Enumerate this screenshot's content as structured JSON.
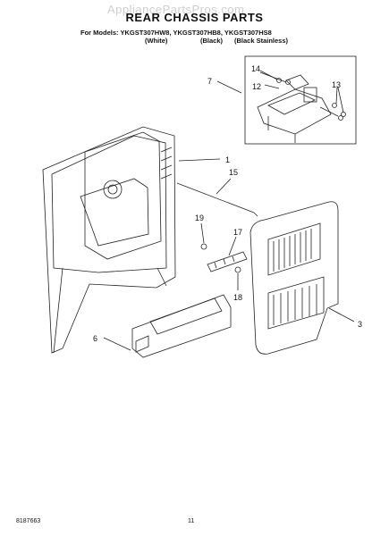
{
  "header": {
    "watermark": "AppliancePartsPros.com",
    "title": "REAR CHASSIS PARTS",
    "models_line": "For Models: YKGST307HW8, YKGST307HB8, YKGST307HS8",
    "finishes": [
      "(White)",
      "(Black)",
      "(Black Stainless)"
    ]
  },
  "callouts": [
    "14",
    "12",
    "13",
    "7",
    "1",
    "15",
    "19",
    "17",
    "18",
    "3",
    "6"
  ],
  "footer": {
    "doc_number": "8187663",
    "page_number": "11"
  }
}
